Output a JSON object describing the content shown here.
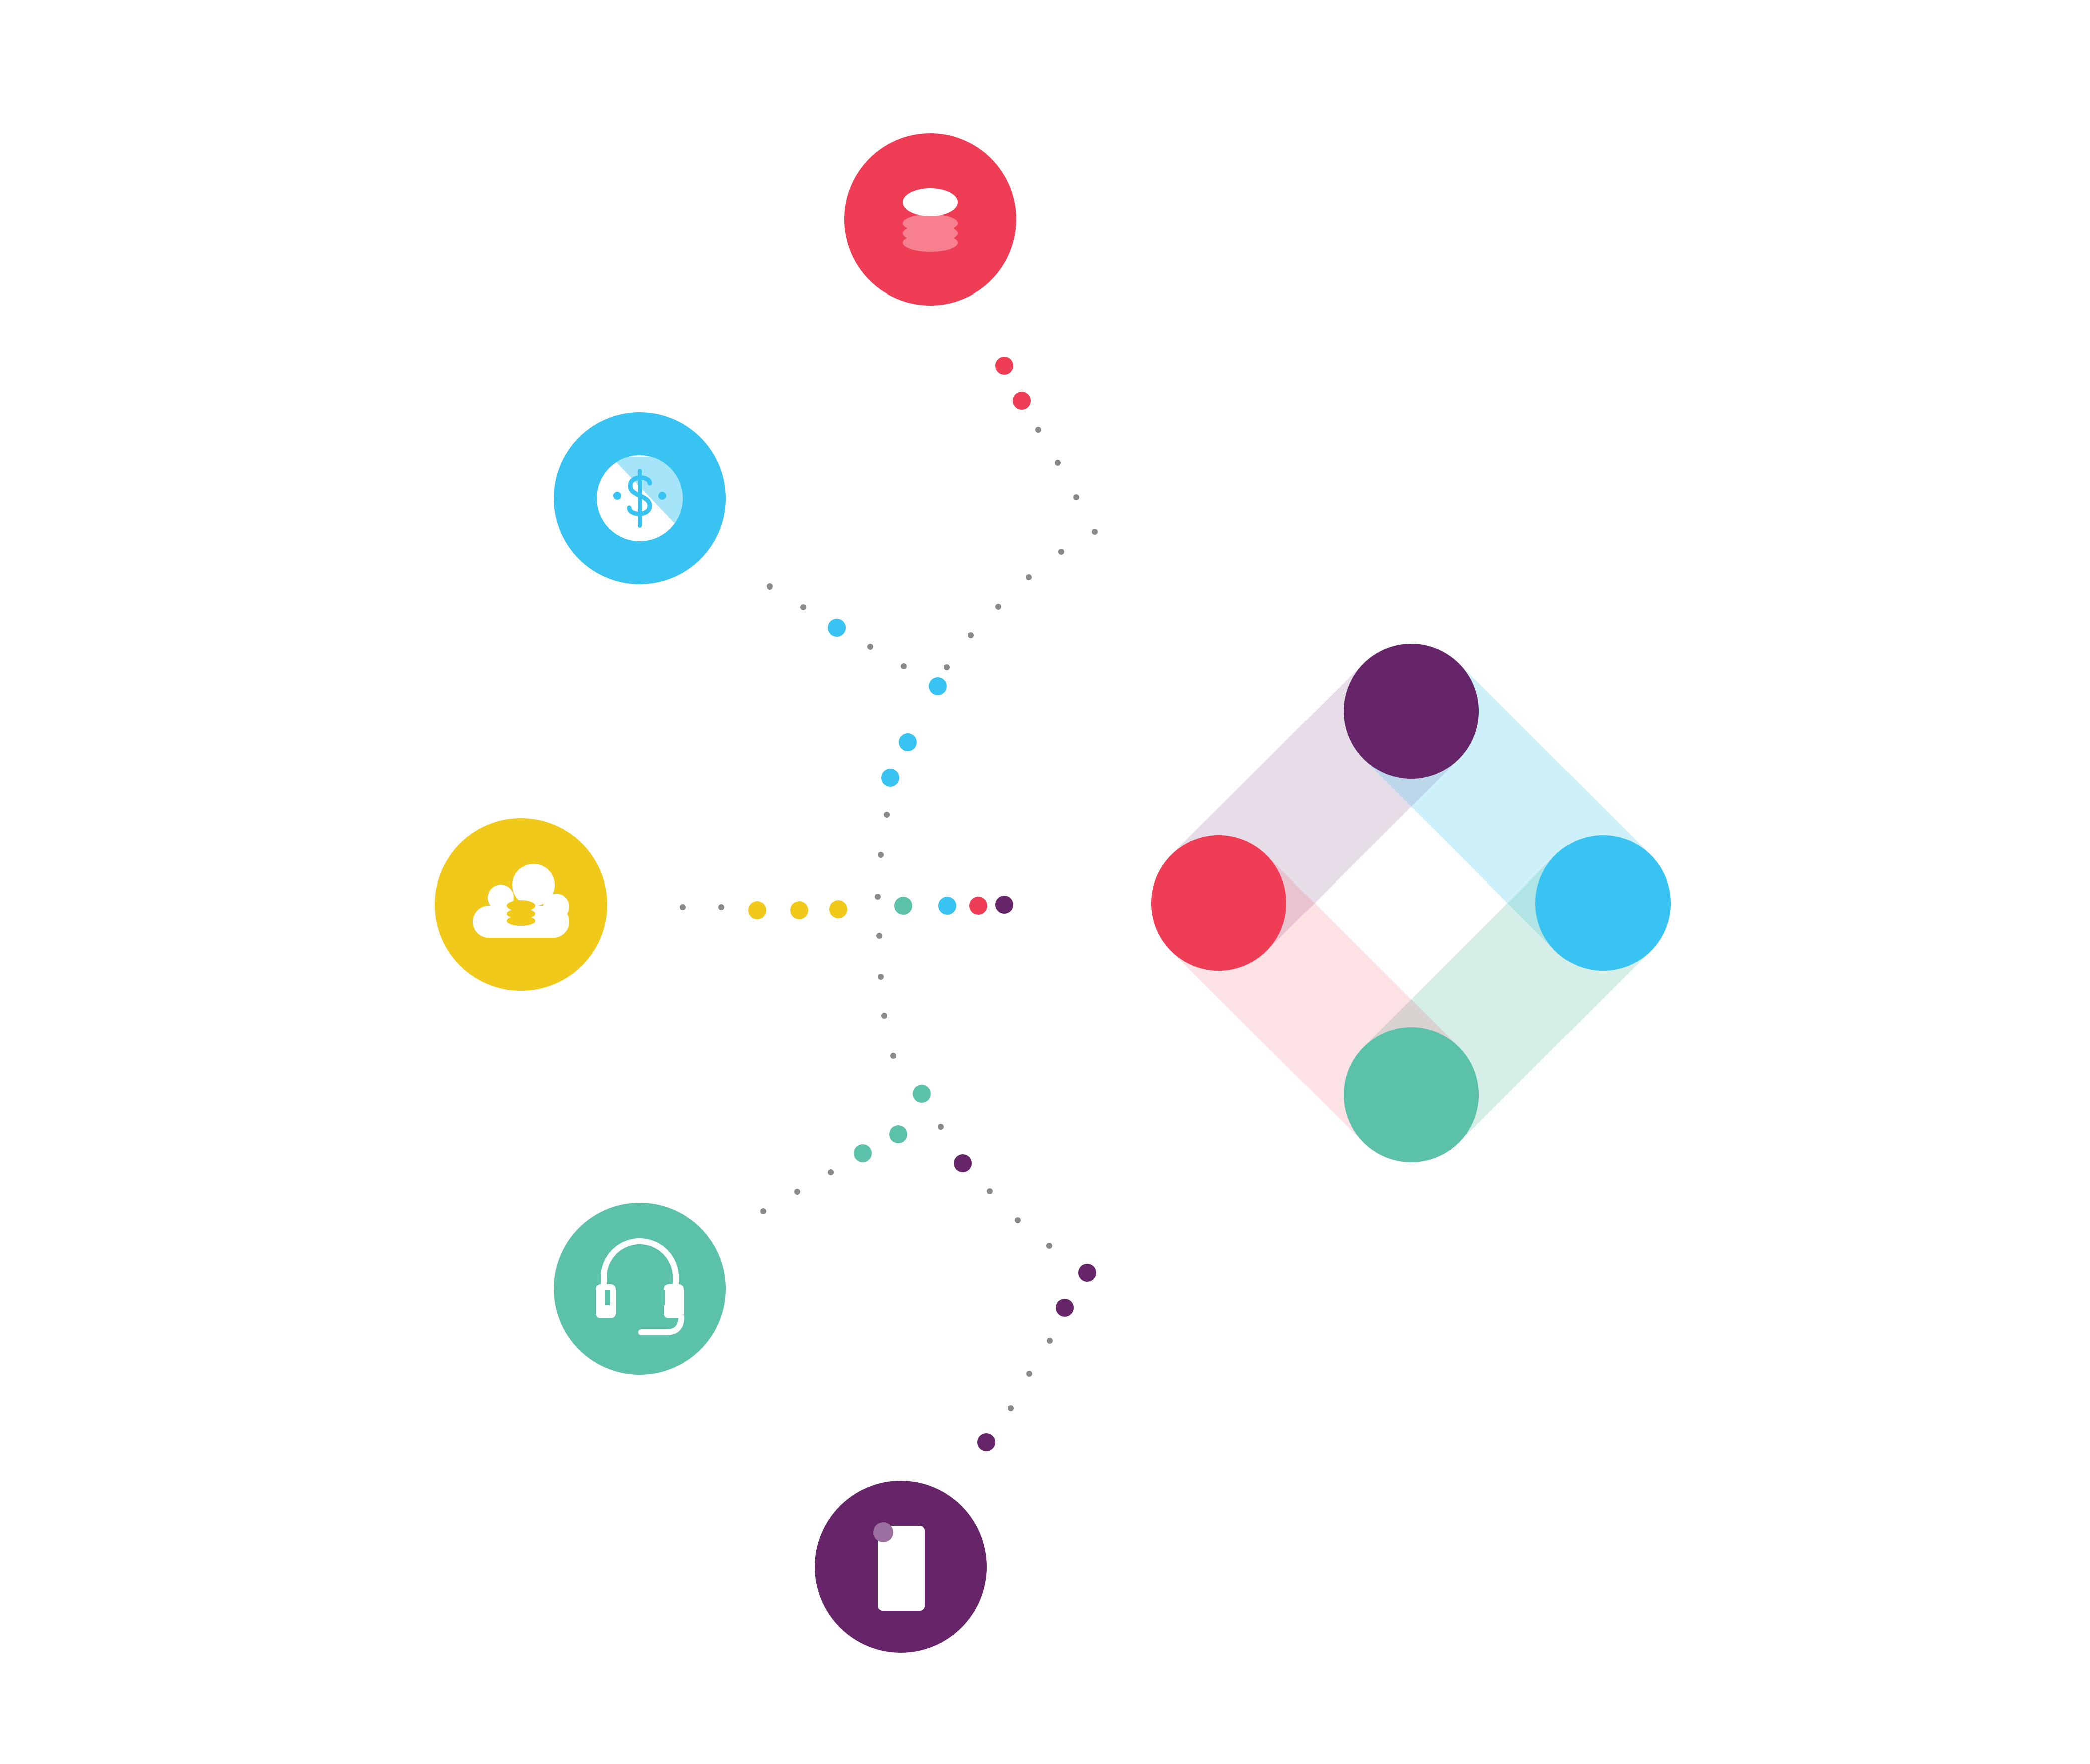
{
  "colors": {
    "red": "#EF3D56",
    "blue": "#38C3F2",
    "yellow": "#F1C91B",
    "green": "#5BC1A8",
    "purple": "#672569",
    "gray": "#8A8A8A",
    "white": "#FFFFFF"
  },
  "nodes": [
    {
      "name": "coin-stack-node",
      "icon": "coin-stack-icon",
      "color": "red"
    },
    {
      "name": "dollar-node",
      "icon": "dollar-icon",
      "color": "blue"
    },
    {
      "name": "cloud-data-node",
      "icon": "cloud-database-icon",
      "color": "yellow"
    },
    {
      "name": "headset-node",
      "icon": "headset-icon",
      "color": "green"
    },
    {
      "name": "mobile-node",
      "icon": "mobile-phone-icon",
      "color": "purple"
    }
  ],
  "hub": {
    "name": "hub-logo",
    "circles": [
      "purple",
      "blue",
      "green",
      "red"
    ]
  }
}
